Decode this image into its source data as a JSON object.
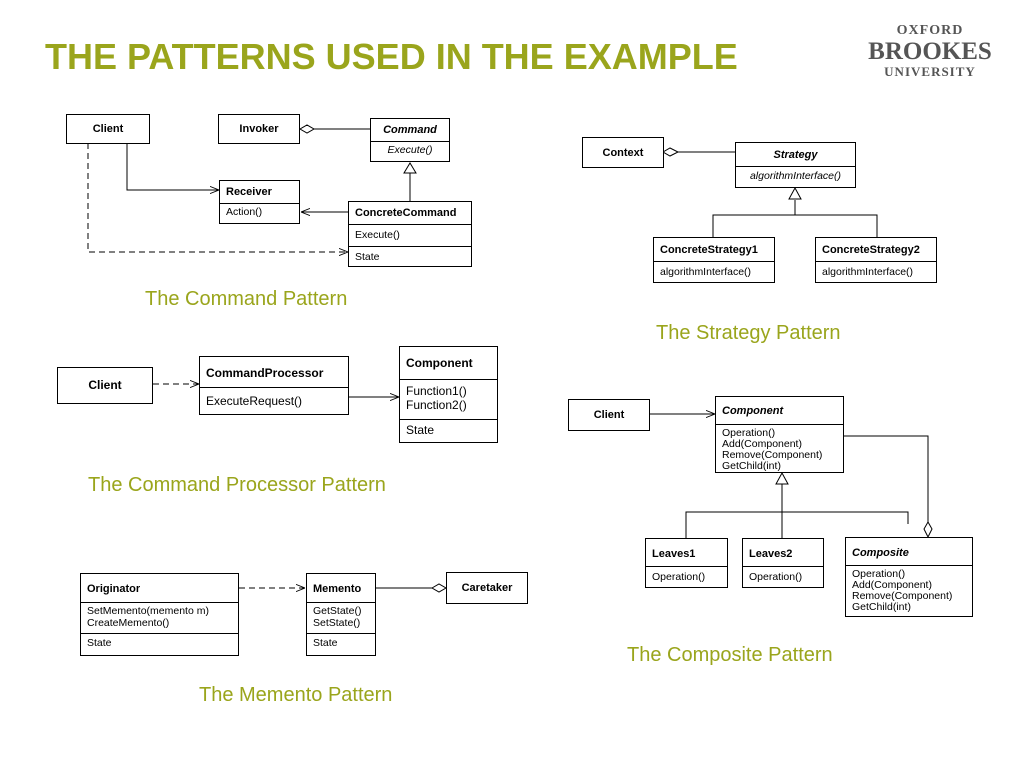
{
  "title": "THE PATTERNS USED IN THE EXAMPLE",
  "logo": {
    "line1": "OXFORD",
    "line2": "BROOKES",
    "line3": "UNIVERSITY"
  },
  "colors": {
    "accent": "#9aa51c",
    "logo": "#555555"
  },
  "command": {
    "caption": "The Command Pattern",
    "client": "Client",
    "invoker": "Invoker",
    "command": {
      "name": "Command",
      "op": "Execute()"
    },
    "receiver": {
      "name": "Receiver",
      "op": "Action()"
    },
    "concrete": {
      "name": "ConcreteCommand",
      "op": "Execute()",
      "state": "State"
    }
  },
  "strategy": {
    "caption": "The Strategy Pattern",
    "context": "Context",
    "strategy": {
      "name": "Strategy",
      "op": "algorithmInterface()"
    },
    "cs1": {
      "name": "ConcreteStrategy1",
      "op": "algorithmInterface()"
    },
    "cs2": {
      "name": "ConcreteStrategy2",
      "op": "algorithmInterface()"
    }
  },
  "processor": {
    "caption": "The Command Processor  Pattern",
    "client": "Client",
    "cp": {
      "name": "CommandProcessor",
      "op": "ExecuteRequest()"
    },
    "component": {
      "name": "Component",
      "op1": "Function1()",
      "op2": "Function2()",
      "state": "State"
    }
  },
  "composite": {
    "caption": "The Composite Pattern",
    "client": "Client",
    "component": {
      "name": "Component",
      "ops": [
        "Operation()",
        "Add(Component)",
        "Remove(Component)",
        "GetChild(int)"
      ]
    },
    "leaves1": {
      "name": "Leaves1",
      "op": "Operation()"
    },
    "leaves2": {
      "name": "Leaves2",
      "op": "Operation()"
    },
    "composite": {
      "name": "Composite",
      "ops": [
        "Operation()",
        "Add(Component)",
        "Remove(Component)",
        "GetChild(int)"
      ]
    }
  },
  "memento": {
    "caption": "The Memento Pattern",
    "originator": {
      "name": "Originator",
      "op1": "SetMemento(memento m)",
      "op2": "CreateMemento()",
      "state": "State"
    },
    "memento": {
      "name": "Memento",
      "op1": "GetState()",
      "op2": "SetState()",
      "state": "State"
    },
    "caretaker": "Caretaker"
  }
}
